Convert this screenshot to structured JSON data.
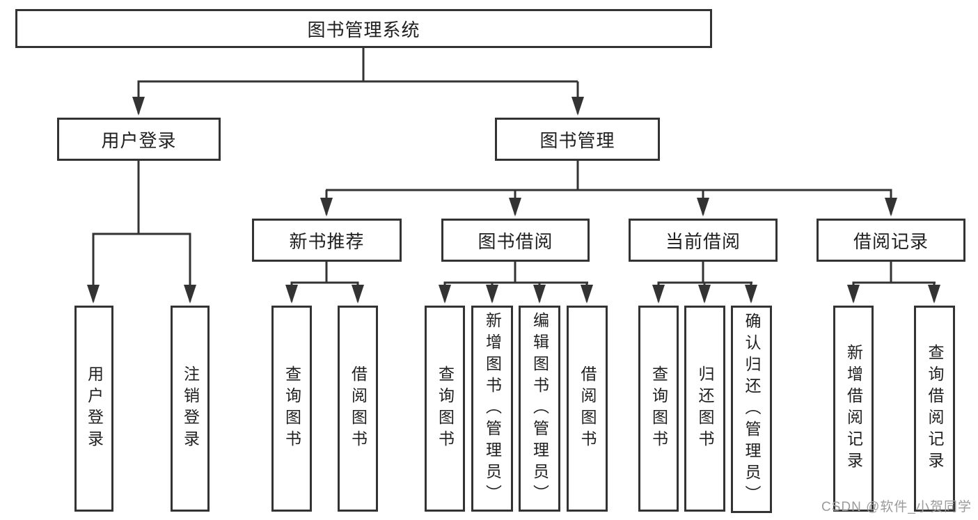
{
  "diagram_type": "functional-structure-tree",
  "tree": {
    "label": "图书管理系统",
    "children": [
      {
        "label": "用户登录",
        "children": [
          {
            "label": "用户登录"
          },
          {
            "label": "注销登录"
          }
        ]
      },
      {
        "label": "图书管理",
        "children": [
          {
            "label": "新书推荐",
            "children": [
              {
                "label": "查询图书"
              },
              {
                "label": "借阅图书"
              }
            ]
          },
          {
            "label": "图书借阅",
            "children": [
              {
                "label": "查询图书"
              },
              {
                "label": "新增图书（管理员）"
              },
              {
                "label": "编辑图书（管理员）"
              },
              {
                "label": "借阅图书"
              }
            ]
          },
          {
            "label": "当前借阅",
            "children": [
              {
                "label": "查询图书"
              },
              {
                "label": "归还图书"
              },
              {
                "label": "确认归还（管理员）"
              }
            ]
          },
          {
            "label": "借阅记录",
            "children": [
              {
                "label": "新增借阅记录"
              },
              {
                "label": "查询借阅记录"
              }
            ]
          }
        ]
      }
    ]
  },
  "watermark": {
    "text": "CSDN @软件_小贺同学",
    "color": "#9b9b9b"
  },
  "colors": {
    "background": "#ffffff",
    "line": "#333333",
    "box_border": "#333333",
    "text": "#1f1f1f"
  }
}
